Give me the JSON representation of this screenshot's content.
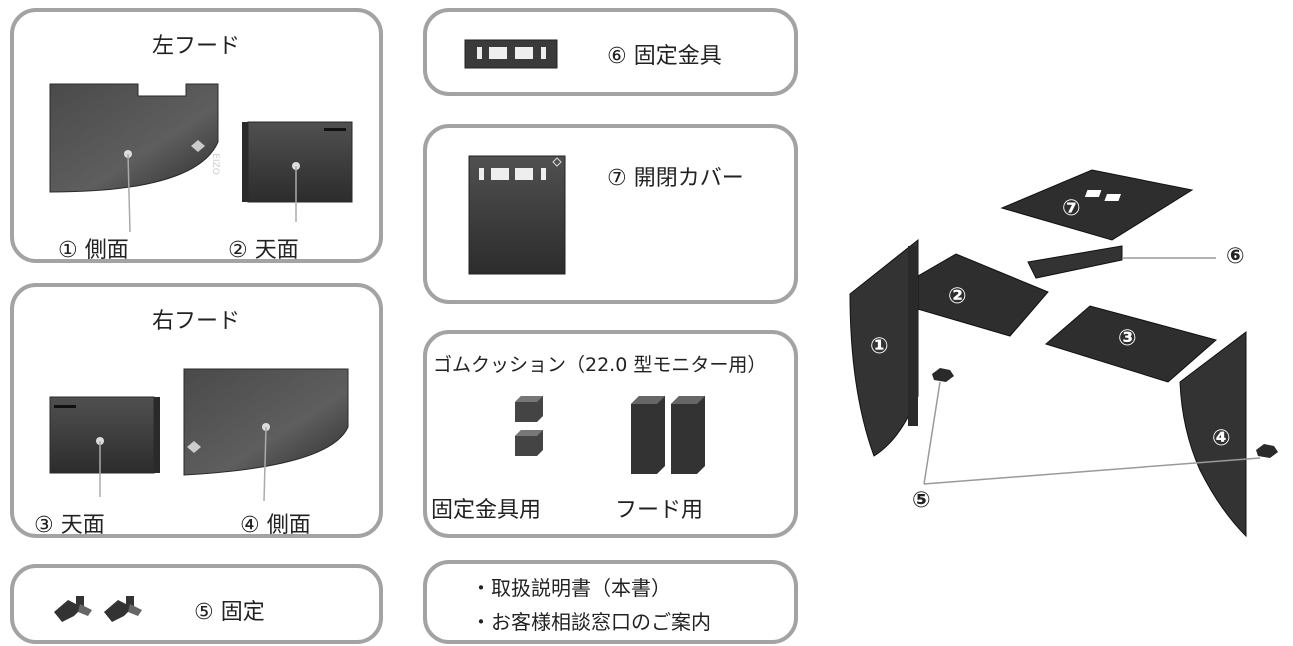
{
  "left_hood": {
    "title": "左フード",
    "part1_label": "① 側面",
    "part2_label": "② 天面"
  },
  "right_hood": {
    "title": "右フード",
    "part3_label": "③ 天面",
    "part4_label": "④ 側面"
  },
  "fixture": {
    "label": "⑤ 固定"
  },
  "bracket": {
    "label": "⑥ 固定金具"
  },
  "cover": {
    "label": "⑦ 開閉カバー"
  },
  "cushion": {
    "title": "ゴムクッション（22.0 型モニター用）",
    "bracket_use": "固定金具用",
    "hood_use": "フード用"
  },
  "documents": {
    "line1": "・取扱説明書（本書）",
    "line2": "・お客様相談窓口のご案内"
  },
  "logo_text": "EIZO",
  "assembly": {
    "callouts": [
      "①",
      "②",
      "③",
      "④",
      "⑤",
      "⑥",
      "⑦"
    ]
  },
  "colors": {
    "panel_dark": "#3a3a3a",
    "panel_light": "#6a6a6a",
    "border": "#a3a3a3",
    "leader": "#9a9a9a"
  }
}
